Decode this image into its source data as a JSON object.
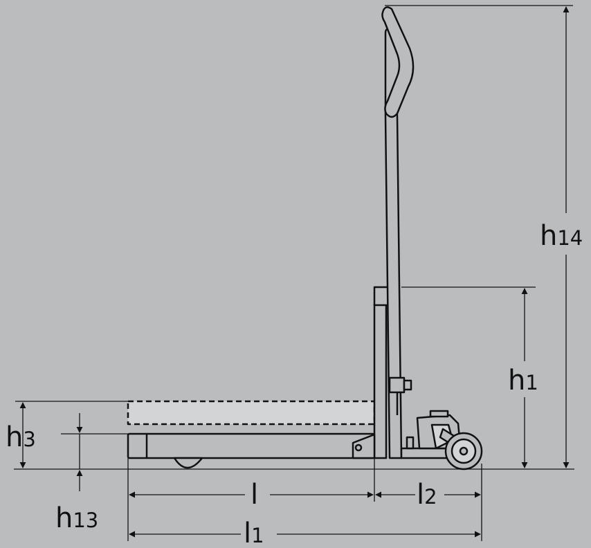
{
  "colors": {
    "background": "#bbbcbe",
    "outline": "#111111",
    "body_fill": "#bbbcbe",
    "raised_fill": "#d3d4d6"
  },
  "dimensions": {
    "h14": {
      "main": "h",
      "sub": "14"
    },
    "h1": {
      "main": "h",
      "sub": "1"
    },
    "h3": {
      "main": "h",
      "sub": "3"
    },
    "h13": {
      "main": "h",
      "sub": "13"
    },
    "l": {
      "main": "l",
      "sub": ""
    },
    "l2": {
      "main": "l",
      "sub": "2"
    },
    "l1": {
      "main": "l",
      "sub": "1"
    }
  }
}
